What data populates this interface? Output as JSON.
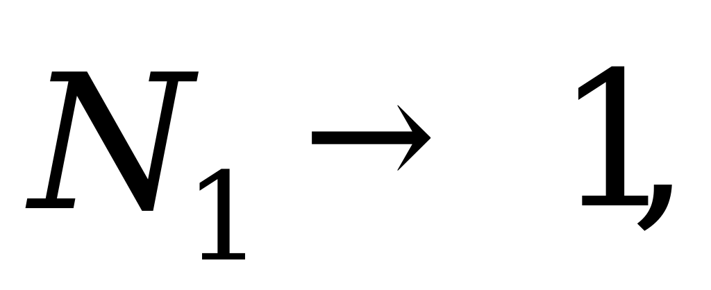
{
  "formula": {
    "variable": "N",
    "subscript": "1",
    "arrow": "→",
    "value": "1",
    "punctuation": ","
  }
}
